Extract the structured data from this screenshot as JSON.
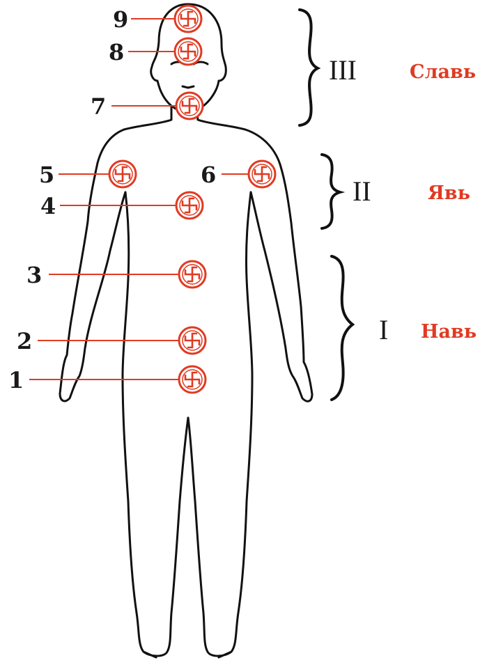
{
  "colors": {
    "accent": "#e03a22",
    "outline": "#111111",
    "text": "#1a1a1a",
    "background": "#ffffff"
  },
  "icons": {
    "chakra_symbol": "swastika-circle-icon",
    "brace": "curly-brace-icon"
  },
  "markers": [
    {
      "number": "9"
    },
    {
      "number": "8"
    },
    {
      "number": "7"
    },
    {
      "number": "5"
    },
    {
      "number": "6"
    },
    {
      "number": "4"
    },
    {
      "number": "3"
    },
    {
      "number": "2"
    },
    {
      "number": "1"
    }
  ],
  "groups": [
    {
      "roman": "III",
      "name": "Славь"
    },
    {
      "roman": "II",
      "name": "Явь"
    },
    {
      "roman": "I",
      "name": "Навь"
    }
  ]
}
